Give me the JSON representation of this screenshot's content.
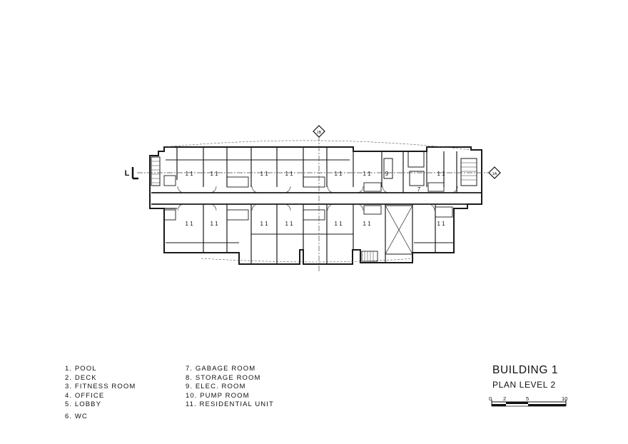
{
  "legend": {
    "left": [
      "1. POOL",
      "2. DECK",
      "3. FITNESS ROOM",
      "4. OFFICE",
      "5. LOBBY",
      "6. WC"
    ],
    "right": [
      "7. GABAGE ROOM",
      "8. STORAGE ROOM",
      "9. ELEC. ROOM",
      "10. PUMP ROOM",
      "11. RESIDENTIAL UNIT"
    ]
  },
  "title": {
    "building": "BUILDING  1",
    "level": "PLAN LEVEL  2"
  },
  "scale_bar": {
    "labels": [
      "0",
      "2",
      "5",
      "10"
    ]
  },
  "plan": {
    "section_markers": [
      "1B",
      "1A"
    ],
    "section_letter": "L",
    "room_numbers": {
      "residential": "1 1",
      "elec": "9",
      "garbage": "7"
    }
  }
}
